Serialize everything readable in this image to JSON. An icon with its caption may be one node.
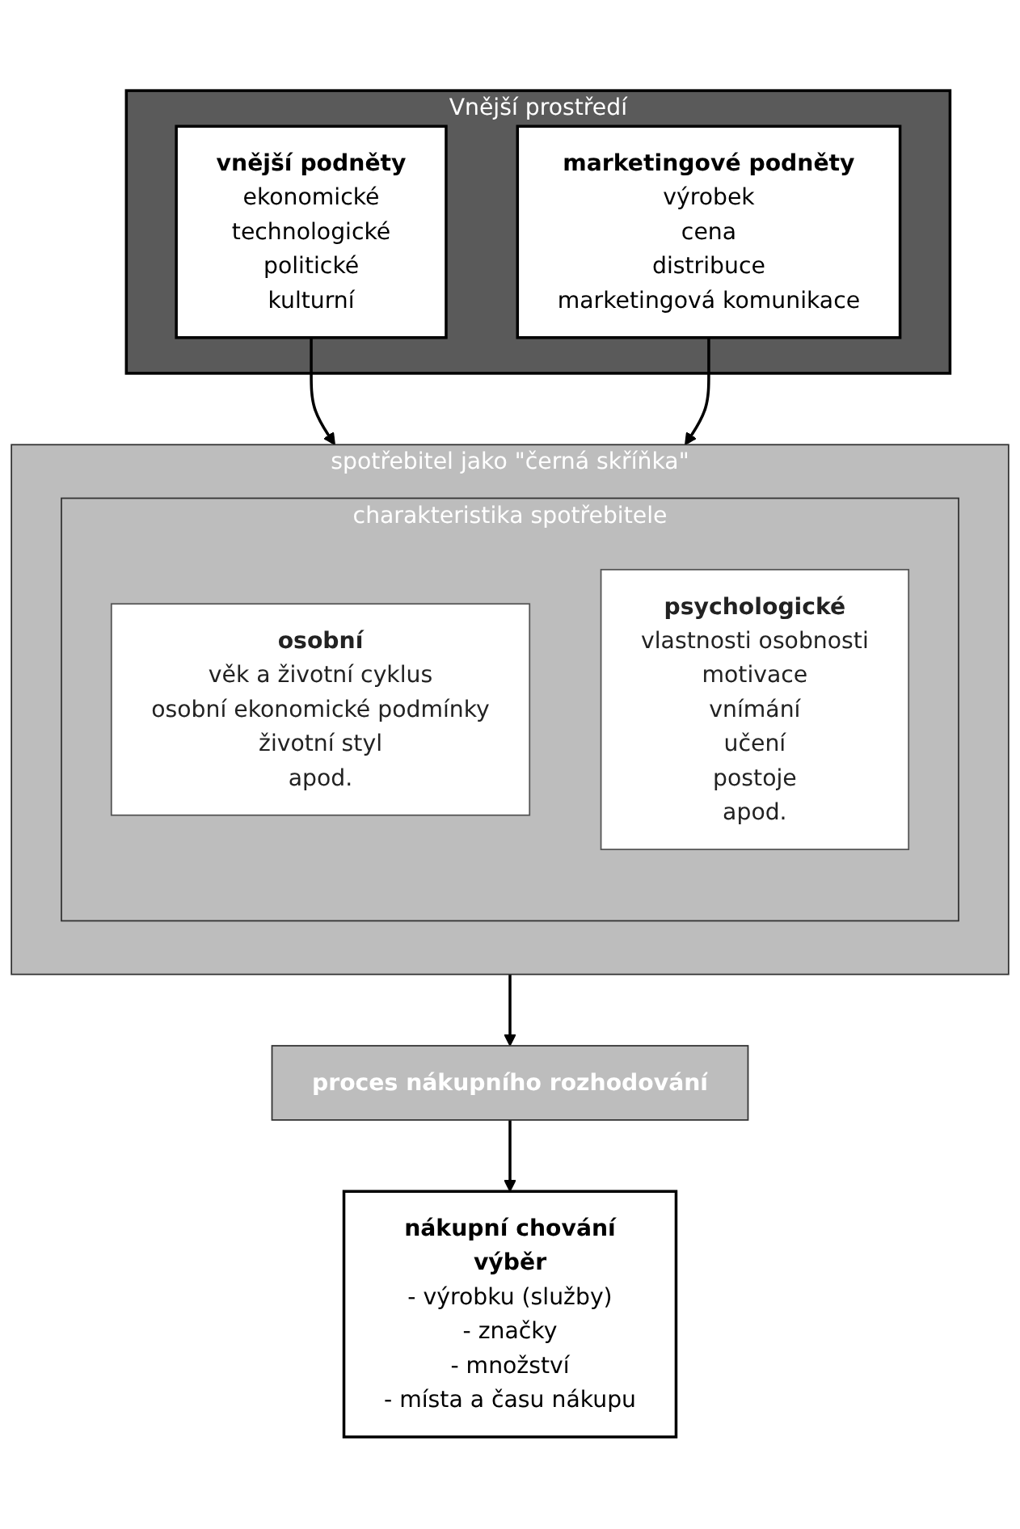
{
  "diagram": {
    "nodes": [
      {
        "text": [
          "Vnější prostředí"
        ]
      },
      {
        "text": [
          "vnější podněty",
          "ekonomické",
          "technologické",
          "politické",
          "kulturní"
        ],
        "in": 0
      },
      {
        "text": [
          "marketingové podněty",
          "výrobek",
          "cena",
          "distribuce",
          "marketingová komunikace"
        ],
        "in": 0
      },
      {
        "text": [
          "spotřebitel jako \"černá skříňka\""
        ]
      },
      {
        "text": [
          "charakteristika spotřebitele"
        ],
        "in": 3
      },
      {
        "text": [
          "osobní",
          "věk a životní cyklus",
          "osobní ekonomické podmínky",
          "životní styl",
          "apod."
        ],
        "in": 4
      },
      {
        "text": [
          "psychologické",
          "vlastnosti osobnosti",
          "motivace",
          "vnímání",
          "učení",
          "postoje",
          "apod."
        ],
        "in": 4
      },
      {
        "text": [
          "proces nákupního rozhodování"
        ]
      },
      {
        "text": [
          "nákupní chování",
          "výběr",
          "- výrobku (služby)",
          "- značky",
          "- množství",
          "- místa a času nákupu"
        ]
      }
    ],
    "edges": [
      {
        "from": 1,
        "to": 3,
        "arrow": "to"
      },
      {
        "from": 2,
        "to": 3,
        "arrow": "to"
      },
      {
        "from": 3,
        "to": 7,
        "arrow": "to"
      },
      {
        "from": 7,
        "to": 8,
        "arrow": "to"
      }
    ]
  }
}
